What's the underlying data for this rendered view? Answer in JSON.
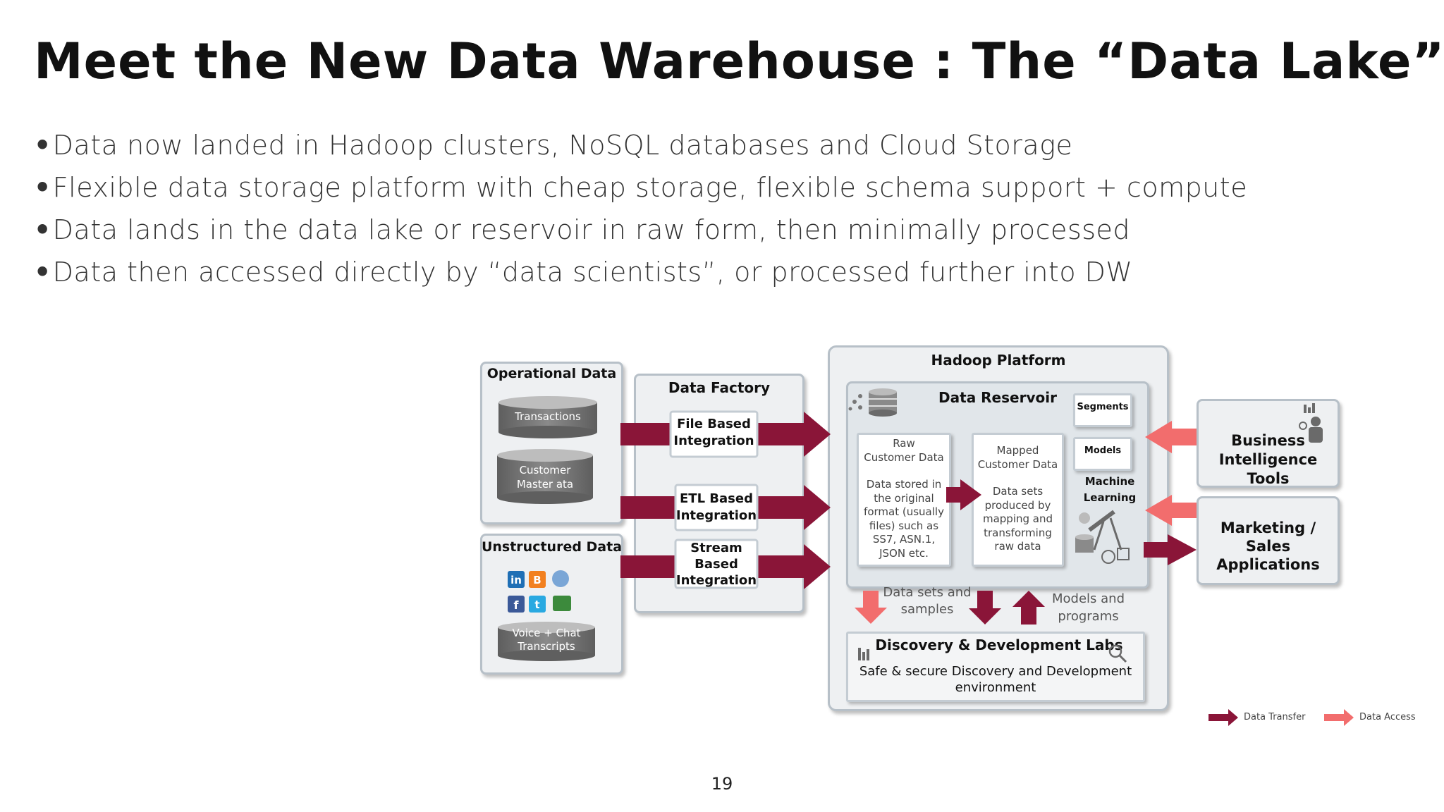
{
  "slide": {
    "title": "Meet the New Data Warehouse : The “Data Lake”",
    "bullets": [
      "Data now landed in Hadoop clusters, NoSQL databases and Cloud Storage",
      "Flexible data storage platform with cheap storage, flexible schema support + compute",
      "Data lands in the data lake or reservoir in raw form, then minimally processed",
      "Data then accessed directly by “data scientists”, or processed further into DW"
    ],
    "page_number": "19"
  },
  "diagram": {
    "operational": {
      "title": "Operational Data",
      "cyl1": "Transactions",
      "cyl2_line1": "Customer",
      "cyl2_line2": "Master ata"
    },
    "unstructured": {
      "title": "Unstructured Data",
      "cyl_line1": "Voice + Chat",
      "cyl_line2": "Transcripts"
    },
    "factory": {
      "title": "Data Factory",
      "file_line1": "File  Based",
      "file_line2": "Integration",
      "etl_line1": "ETL Based",
      "etl_line2": "Integration",
      "stream_line1": "Stream",
      "stream_line2": "Based",
      "stream_line3": "Integration"
    },
    "hadoop": {
      "title": "Hadoop Platform"
    },
    "reservoir": {
      "title": "Data Reservoir",
      "raw_title1": "Raw",
      "raw_title2": "Customer Data",
      "raw_desc": [
        "Data stored in",
        "the original",
        "format (usually",
        "files)  such as",
        "SS7, ASN.1,",
        "JSON etc."
      ],
      "mapped_title1": "Mapped",
      "mapped_title2": "Customer Data",
      "mapped_desc": [
        "Data sets",
        "produced by",
        "mapping and",
        "transforming",
        "raw data"
      ],
      "segments": "Segments",
      "models": "Models",
      "ml_line1": "Machine",
      "ml_line2": "Learning"
    },
    "flows": {
      "datasets_line1": "Data sets and",
      "datasets_line2": "samples",
      "models_line1": "Models and",
      "models_line2": "programs"
    },
    "labs": {
      "title": "Discovery & Development Labs",
      "desc_line1": "Safe & secure Discovery and Development",
      "desc_line2": "environment"
    },
    "consumers": {
      "bi_line1": "Business",
      "bi_line2": "Intelligence Tools",
      "mkt_line1": "Marketing /",
      "mkt_line2": "Sales Applications"
    },
    "legend": {
      "transfer": "Data Transfer",
      "access": "Data Access"
    },
    "colors": {
      "transfer": "#8a1538",
      "access": "#f26d6d",
      "box_border": "#b7c0c8",
      "box_fill": "#eef0f2",
      "cylinder": "#7a7a7a"
    }
  }
}
